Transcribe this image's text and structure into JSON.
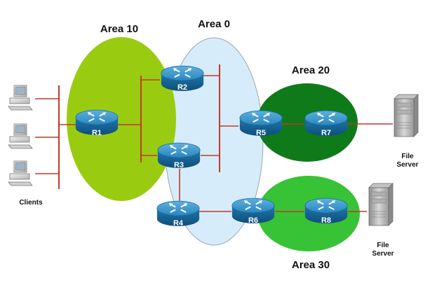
{
  "areas": {
    "area10": {
      "label": "Area 10",
      "color": "#99cc11"
    },
    "area0": {
      "label": "Area 0",
      "color": "#d6ecfa"
    },
    "area20": {
      "label": "Area 20",
      "color": "#0f7a1a"
    },
    "area30": {
      "label": "Area 30",
      "color": "#38c236"
    }
  },
  "routers": {
    "r1": "R1",
    "r2": "R2",
    "r3": "R3",
    "r4": "R4",
    "r5": "R5",
    "r6": "R6",
    "r7": "R7",
    "r8": "R8"
  },
  "labels": {
    "clients": "Clients",
    "file_server_top": [
      "File",
      "Server"
    ],
    "file_server_bottom": [
      "File",
      "Server"
    ]
  },
  "colors": {
    "router_body": "#1c73a8",
    "link": "#c0392b"
  }
}
